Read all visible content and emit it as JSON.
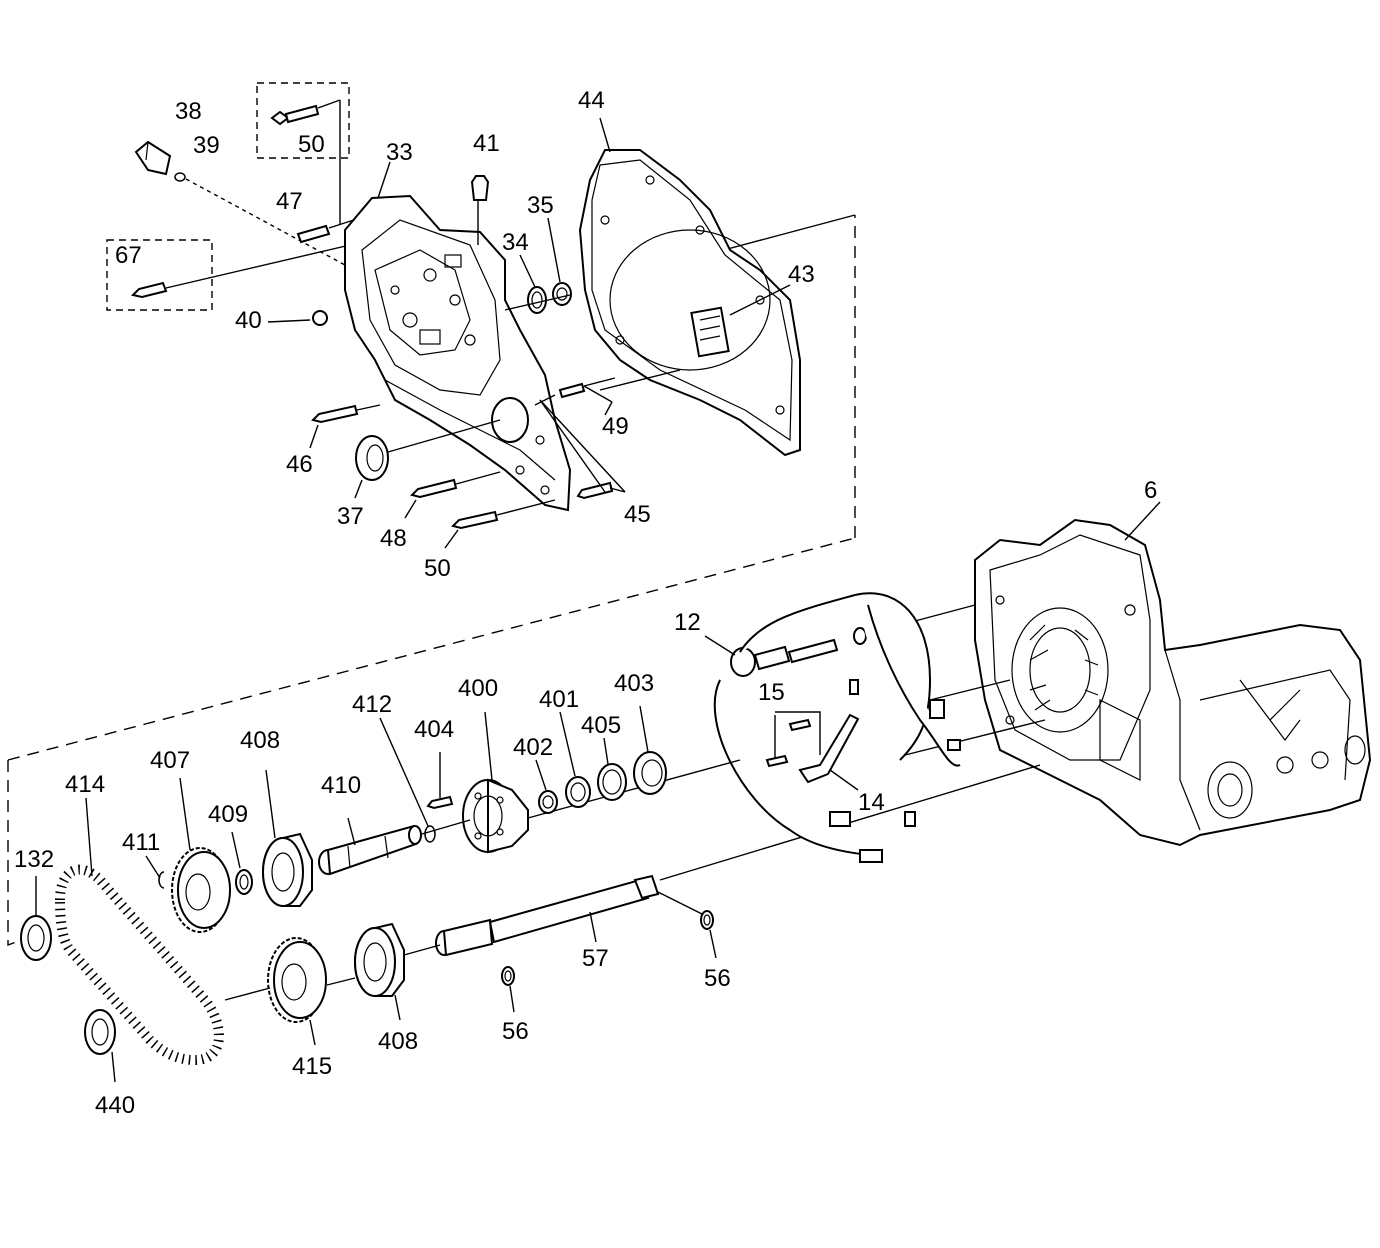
{
  "callouts": [
    {
      "id": "c38",
      "text": "38"
    },
    {
      "id": "c39",
      "text": "39"
    },
    {
      "id": "c50a",
      "text": "50"
    },
    {
      "id": "c33",
      "text": "33"
    },
    {
      "id": "c41",
      "text": "41"
    },
    {
      "id": "c44",
      "text": "44"
    },
    {
      "id": "c47",
      "text": "47"
    },
    {
      "id": "c35",
      "text": "35"
    },
    {
      "id": "c34",
      "text": "34"
    },
    {
      "id": "c67",
      "text": "67"
    },
    {
      "id": "c43",
      "text": "43"
    },
    {
      "id": "c40",
      "text": "40"
    },
    {
      "id": "c49",
      "text": "49"
    },
    {
      "id": "c46",
      "text": "46"
    },
    {
      "id": "c37",
      "text": "37"
    },
    {
      "id": "c45",
      "text": "45"
    },
    {
      "id": "c48",
      "text": "48"
    },
    {
      "id": "c50b",
      "text": "50"
    },
    {
      "id": "c6",
      "text": "6"
    },
    {
      "id": "c12",
      "text": "12"
    },
    {
      "id": "c15",
      "text": "15"
    },
    {
      "id": "c14",
      "text": "14"
    },
    {
      "id": "c400",
      "text": "400"
    },
    {
      "id": "c403",
      "text": "403"
    },
    {
      "id": "c412",
      "text": "412"
    },
    {
      "id": "c401",
      "text": "401"
    },
    {
      "id": "c404",
      "text": "404"
    },
    {
      "id": "c405",
      "text": "405"
    },
    {
      "id": "c408a",
      "text": "408"
    },
    {
      "id": "c402",
      "text": "402"
    },
    {
      "id": "c407",
      "text": "407"
    },
    {
      "id": "c414",
      "text": "414"
    },
    {
      "id": "c410",
      "text": "410"
    },
    {
      "id": "c409",
      "text": "409"
    },
    {
      "id": "c411",
      "text": "411"
    },
    {
      "id": "c132",
      "text": "132"
    },
    {
      "id": "c57",
      "text": "57"
    },
    {
      "id": "c56a",
      "text": "56"
    },
    {
      "id": "c56b",
      "text": "56"
    },
    {
      "id": "c408b",
      "text": "408"
    },
    {
      "id": "c415",
      "text": "415"
    },
    {
      "id": "c440",
      "text": "440"
    }
  ]
}
